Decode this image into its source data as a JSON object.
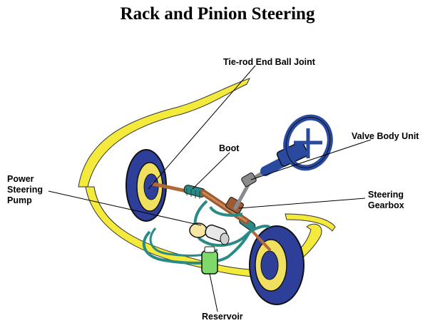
{
  "title": "Rack and Pinion Steering",
  "labels": {
    "tie_rod": "Tie-rod End Ball Joint",
    "boot": "Boot",
    "valve_body": "Valve Body Unit",
    "power_pump": "Power\nSteering\nPump",
    "steering_gearbox": "Steering\nGearbox",
    "reservoir": "Reservoir"
  },
  "colors": {
    "car_outline": "#f3ea3c",
    "wheel": "#2e3f9a",
    "rack": "#9c5a35",
    "hose": "#2a8a86",
    "column": "#2a4aa0",
    "reservoir": "#7fd96a"
  }
}
